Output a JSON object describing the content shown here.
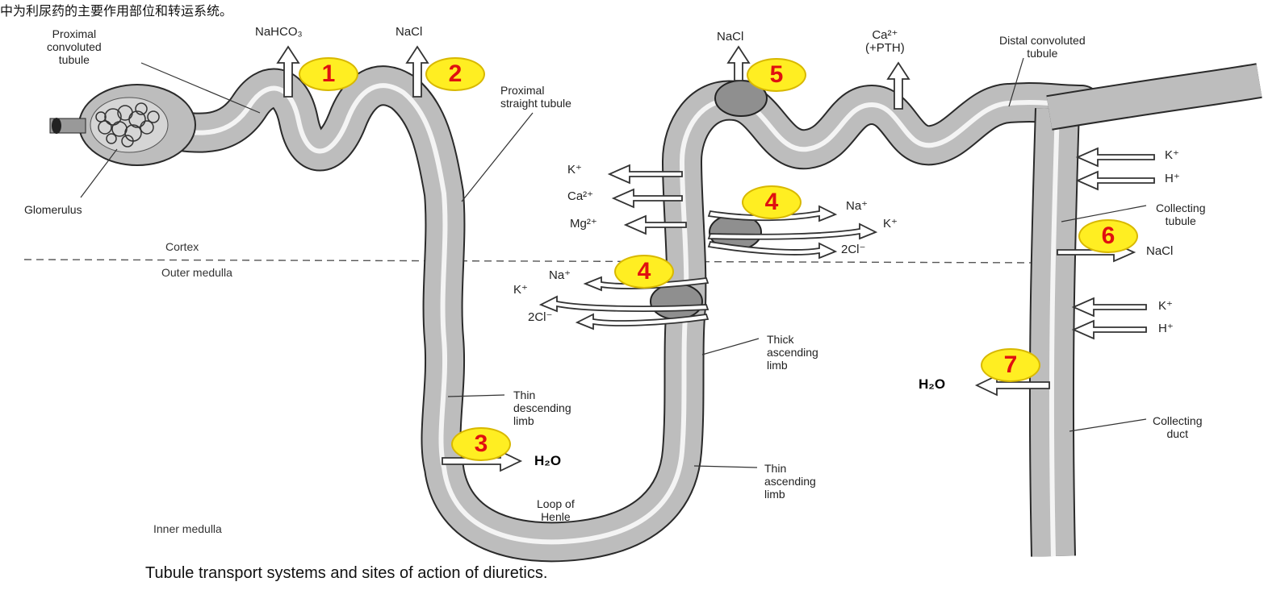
{
  "header_fragment": "中为利尿药的主要作用部位和转运系统。",
  "labels": {
    "proximal_convoluted": "Proximal\nconvoluted\ntubule",
    "glomerulus": "Glomerulus",
    "proximal_straight": "Proximal\nstraight tubule",
    "distal_convoluted": "Distal convoluted\ntubule",
    "collecting_tubule": "Collecting\ntubule",
    "collecting_duct": "Collecting\nduct",
    "thick_ascending": "Thick\nascending\nlimb",
    "thin_descending": "Thin\ndescending\nlimb",
    "thin_ascending": "Thin\nascending\nlimb",
    "loop_of_henle": "Loop of\nHenle"
  },
  "zones": {
    "cortex": "Cortex",
    "outer_medulla": "Outer medulla",
    "inner_medulla": "Inner medulla"
  },
  "ions": {
    "nahco3": "NaHCO₃",
    "nacl_1": "NaCl",
    "nacl_5": "NaCl",
    "ca_pth": "Ca²⁺\n(+PTH)",
    "k_tal": "K⁺",
    "ca_tal": "Ca²⁺",
    "mg_tal": "Mg²⁺",
    "na_4a": "Na⁺",
    "k_4a": "K⁺",
    "cl_4a": "2Cl⁻",
    "na_4b": "Na⁺",
    "k_4b": "K⁺",
    "cl_4b": "2Cl⁻",
    "k_cd1": "K⁺",
    "h_cd1": "H⁺",
    "nacl_6": "NaCl",
    "k_cd2": "K⁺",
    "h_cd2": "H⁺",
    "h2o_3": "H₂O",
    "h2o_7": "H₂O"
  },
  "sites": [
    "1",
    "2",
    "3",
    "4",
    "4",
    "5",
    "6",
    "7"
  ],
  "caption": "Tubule transport systems and sites of action of diuretics.",
  "colors": {
    "tubule_fill": "#bdbdbd",
    "tubule_outline": "#2a2a2a",
    "lumen": "#f4f4f4",
    "badge_fill": "#ffee22",
    "badge_text": "#e01010",
    "transporter": "#8f8f8f"
  }
}
